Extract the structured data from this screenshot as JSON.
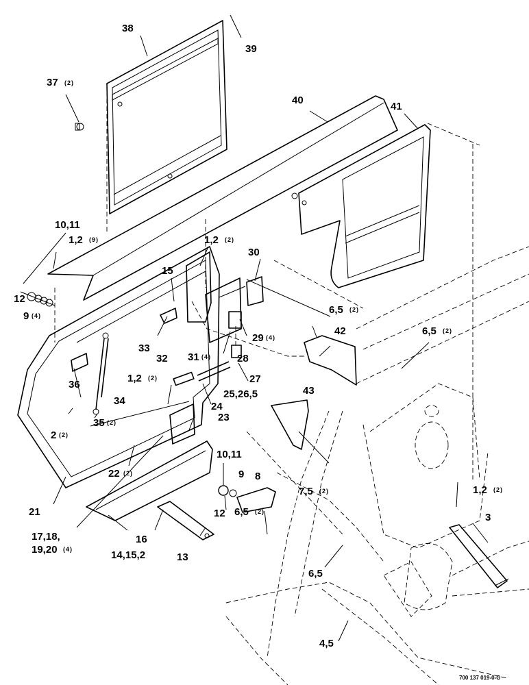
{
  "document_number": "700 137 019-0-G",
  "callouts": [
    {
      "id": "c38",
      "label": "38",
      "qty": ""
    },
    {
      "id": "c39",
      "label": "39",
      "qty": ""
    },
    {
      "id": "c37",
      "label": "37",
      "qty": "(2)"
    },
    {
      "id": "c40",
      "label": "40",
      "qty": ""
    },
    {
      "id": "c41",
      "label": "41",
      "qty": ""
    },
    {
      "id": "c1011a",
      "label": "10,11",
      "qty": ""
    },
    {
      "id": "c12a",
      "label": "1,2",
      "qty": "(9)"
    },
    {
      "id": "c12b",
      "label": "1,2",
      "qty": "(2)"
    },
    {
      "id": "c30",
      "label": "30",
      "qty": ""
    },
    {
      "id": "c15",
      "label": "15",
      "qty": ""
    },
    {
      "id": "c12c",
      "label": "12",
      "qty": ""
    },
    {
      "id": "c9a",
      "label": "9",
      "qty": "(4)"
    },
    {
      "id": "c65a",
      "label": "6,5",
      "qty": "(2)"
    },
    {
      "id": "c42",
      "label": "42",
      "qty": ""
    },
    {
      "id": "c65b",
      "label": "6,5",
      "qty": "(2)"
    },
    {
      "id": "c29",
      "label": "29",
      "qty": "(4)"
    },
    {
      "id": "c33",
      "label": "33",
      "qty": ""
    },
    {
      "id": "c31",
      "label": "31",
      "qty": "(4)"
    },
    {
      "id": "c28",
      "label": "28",
      "qty": ""
    },
    {
      "id": "c32",
      "label": "32",
      "qty": ""
    },
    {
      "id": "c27",
      "label": "27",
      "qty": ""
    },
    {
      "id": "c36",
      "label": "36",
      "qty": ""
    },
    {
      "id": "c34",
      "label": "34",
      "qty": ""
    },
    {
      "id": "c12d",
      "label": "1,2",
      "qty": "(2)"
    },
    {
      "id": "c24",
      "label": "24",
      "qty": ""
    },
    {
      "id": "c25",
      "label": "25,26,5",
      "qty": ""
    },
    {
      "id": "c43",
      "label": "43",
      "qty": ""
    },
    {
      "id": "c23",
      "label": "23",
      "qty": ""
    },
    {
      "id": "c2",
      "label": "2",
      "qty": "(2)"
    },
    {
      "id": "c35",
      "label": "35",
      "qty": "(2)"
    },
    {
      "id": "c22",
      "label": "22",
      "qty": "(2)"
    },
    {
      "id": "c1011b",
      "label": "10,11",
      "qty": ""
    },
    {
      "id": "c9b",
      "label": "9",
      "qty": ""
    },
    {
      "id": "c8",
      "label": "8",
      "qty": ""
    },
    {
      "id": "c75",
      "label": "7,5",
      "qty": "(2)"
    },
    {
      "id": "c12e",
      "label": "1,2",
      "qty": "(2)"
    },
    {
      "id": "c21",
      "label": "21",
      "qty": ""
    },
    {
      "id": "c12f",
      "label": "12",
      "qty": ""
    },
    {
      "id": "c65c",
      "label": "6,5",
      "qty": "(2)"
    },
    {
      "id": "c3",
      "label": "3",
      "qty": ""
    },
    {
      "id": "c17",
      "label": "17,18,",
      "qty": ""
    },
    {
      "id": "c19",
      "label": "19,20",
      "qty": "(4)"
    },
    {
      "id": "c16",
      "label": "16",
      "qty": ""
    },
    {
      "id": "c14",
      "label": "14,15,2",
      "qty": ""
    },
    {
      "id": "c13",
      "label": "13",
      "qty": ""
    },
    {
      "id": "c65d",
      "label": "6,5",
      "qty": ""
    },
    {
      "id": "c45",
      "label": "4,5",
      "qty": ""
    }
  ]
}
